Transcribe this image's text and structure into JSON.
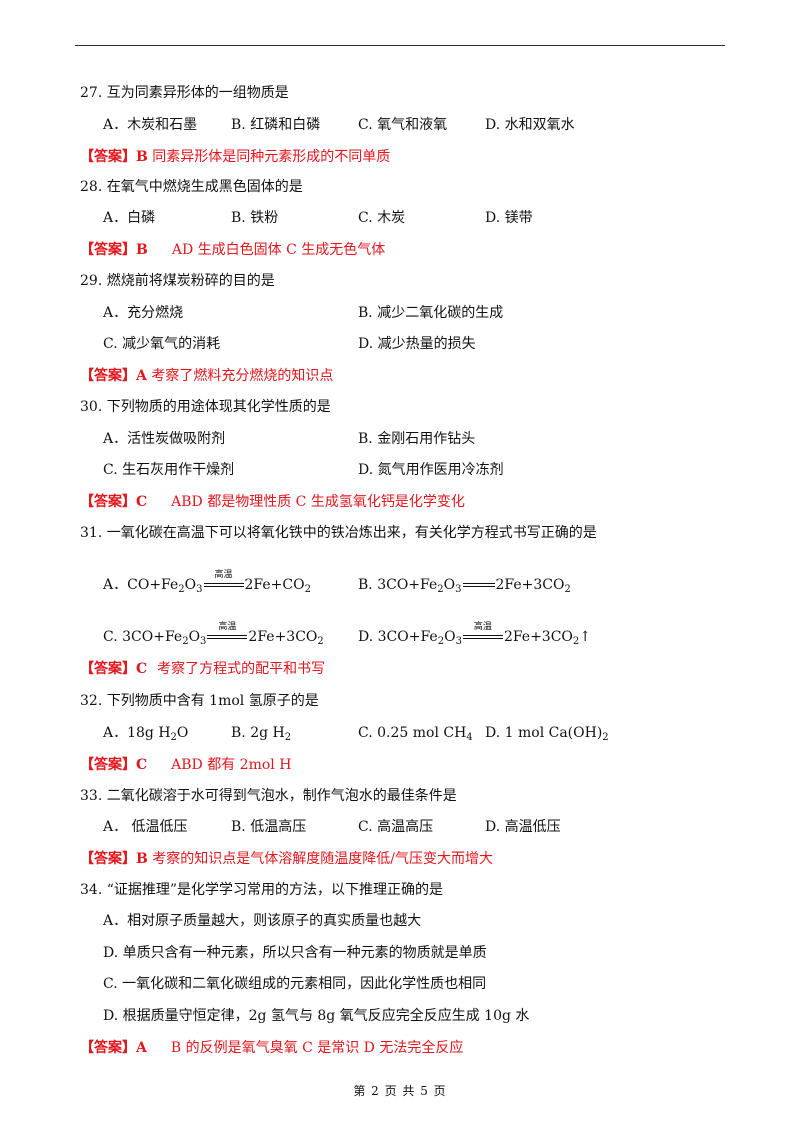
{
  "footer": "第 2 页 共 5 页",
  "q27": {
    "stem": "27.  互为同素异形体的一组物质是",
    "a": "A．木炭和石墨",
    "b": "B.  红磷和白磷",
    "c": "C.  氧气和液氧",
    "d": "D.  水和双氧水",
    "ans_label": "【答案】B",
    "ans_text": "同素异形体是同种元素形成的不同单质"
  },
  "q28": {
    "stem": "28.  在氧气中燃烧生成黑色固体的是",
    "a": "A．白磷",
    "b": "B.  铁粉",
    "c": "C.  木炭",
    "d": "D.    镁带",
    "ans_label": "【答案】B",
    "ans_text": "AD 生成白色固体  C 生成无色气体"
  },
  "q29": {
    "stem": "29.  燃烧前将煤炭粉碎的目的是",
    "a": "A．充分燃烧",
    "b": "B.  减少二氧化碳的生成",
    "c": "C.  减少氧气的消耗",
    "d": "D.  减少热量的损失",
    "ans_label": "【答案】A",
    "ans_text": "考察了燃料充分燃烧的知识点"
  },
  "q30": {
    "stem": "30.  下列物质的用途体现其化学性质的是",
    "a": "A．活性炭做吸附剂",
    "b": "B.  金刚石用作钻头",
    "c": "C.  生石灰用作干燥剂",
    "d": "D.  氮气用作医用冷冻剂",
    "ans_label": "【答案】C",
    "ans_text": "ABD 都是物理性质  C 生成氢氧化钙是化学变化"
  },
  "q31": {
    "stem": "31.  一氧化碳在高温下可以将氧化铁中的铁冶炼出来，有关化学方程式书写正确的是",
    "cond": "高温",
    "a_prefix": "A．",
    "b_prefix": "B.",
    "c_prefix": "C.",
    "d_prefix": "D.",
    "ans_label": "【答案】C",
    "ans_text": "考察了方程式的配平和书写"
  },
  "q32": {
    "stem": "32.  下列物质中含有 1mol 氢原子的是",
    "a_prefix": "A．18g H",
    "a_sub": "2",
    "a_suffix": "O",
    "b_prefix": "B. 2g H",
    "b_sub": "2",
    "c_prefix": "C. 0.25 mol CH",
    "c_sub": "4",
    "d_prefix": "D. 1 mol Ca(OH)",
    "d_sub": "2",
    "ans_label": "【答案】C",
    "ans_text": "ABD 都有 2mol H"
  },
  "q33": {
    "stem": "33.  二氧化碳溶于水可得到气泡水，制作气泡水的最佳条件是",
    "a": "A．  低温低压",
    "b": "B.  低温高压",
    "c": "C.  高温高压",
    "d": "D.  高温低压",
    "ans_label": "【答案】B",
    "ans_text": "考察的知识点是气体溶解度随温度降低/气压变大而增大"
  },
  "q34": {
    "stem": "34. “证据推理”是化学学习常用的方法，以下推理正确的是",
    "a": "A．相对原子质量越大，则该原子的真实质量也越大",
    "b": "D.  单质只含有一种元素，所以只含有一种元素的物质就是单质",
    "c": "C.  一氧化碳和二氧化碳组成的元素相同，因此化学性质也相同",
    "d": "D.  根据质量守恒定律，2g 氢气与 8g 氧气反应完全反应生成 10g 水",
    "ans_label": "【答案】A",
    "ans_text": "B 的反例是氧气臭氧  C 是常识  D 无法完全反应"
  }
}
